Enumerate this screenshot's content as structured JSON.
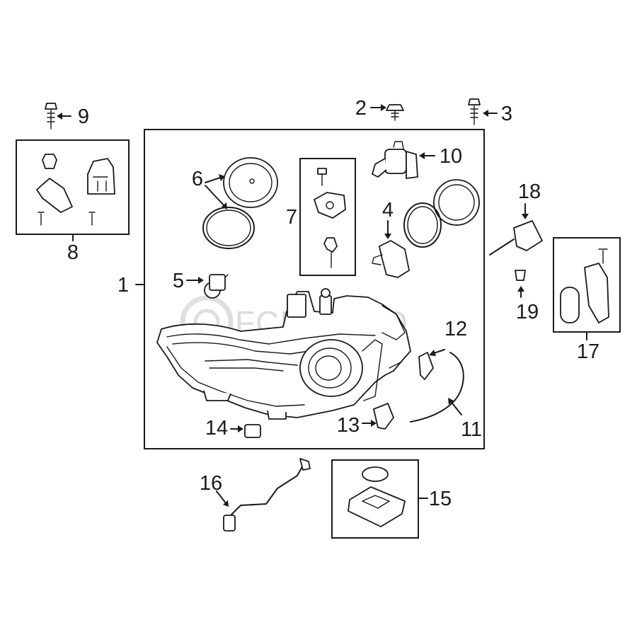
{
  "diagram": {
    "callouts": [
      {
        "id": "c1",
        "label": "1"
      },
      {
        "id": "c2",
        "label": "2"
      },
      {
        "id": "c3",
        "label": "3"
      },
      {
        "id": "c4",
        "label": "4"
      },
      {
        "id": "c5",
        "label": "5"
      },
      {
        "id": "c6",
        "label": "6"
      },
      {
        "id": "c7",
        "label": "7"
      },
      {
        "id": "c8",
        "label": "8"
      },
      {
        "id": "c9",
        "label": "9"
      },
      {
        "id": "c10",
        "label": "10"
      },
      {
        "id": "c11",
        "label": "11"
      },
      {
        "id": "c12",
        "label": "12"
      },
      {
        "id": "c13",
        "label": "13"
      },
      {
        "id": "c14",
        "label": "14"
      },
      {
        "id": "c15",
        "label": "15"
      },
      {
        "id": "c16",
        "label": "16"
      },
      {
        "id": "c17",
        "label": "17"
      },
      {
        "id": "c18",
        "label": "18"
      },
      {
        "id": "c19",
        "label": "19"
      }
    ],
    "watermark": "FCP EURO"
  }
}
